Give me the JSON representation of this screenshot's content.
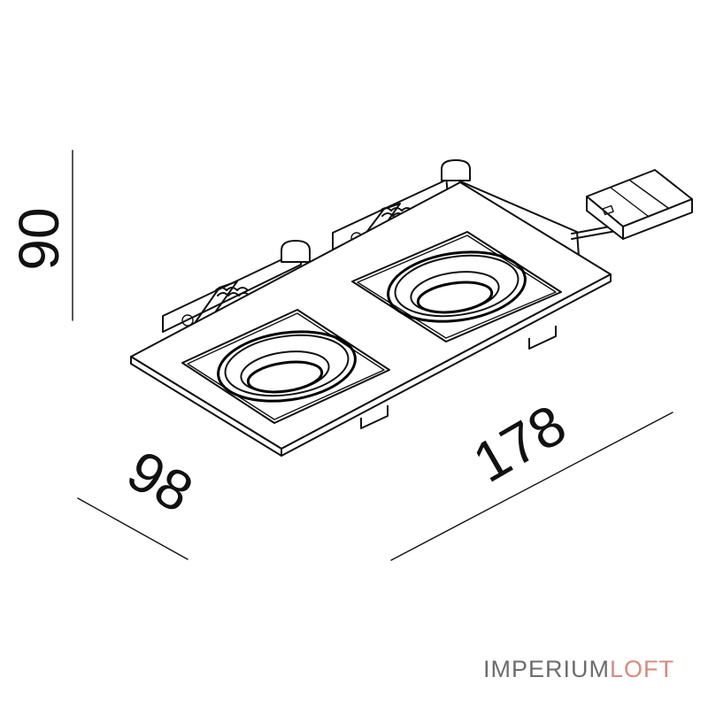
{
  "dimensions": {
    "height": "90",
    "depth": "98",
    "length": "178"
  },
  "brand": {
    "primary": "IMPERIUM",
    "accent": "LOFT",
    "primary_color": "#6d6d6d",
    "accent_color": "#d98a7e"
  }
}
